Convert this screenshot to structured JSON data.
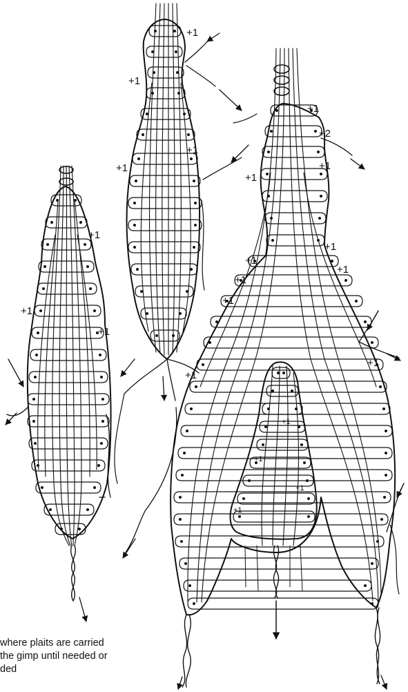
{
  "labels": {
    "plus1": "+1",
    "plus2": "+2"
  },
  "caption": {
    "line1": "where plaits are carried",
    "line2": "the gimp until needed or",
    "line3": "ded"
  },
  "colors": {
    "ink": "#111111",
    "paper": "#ffffff"
  }
}
